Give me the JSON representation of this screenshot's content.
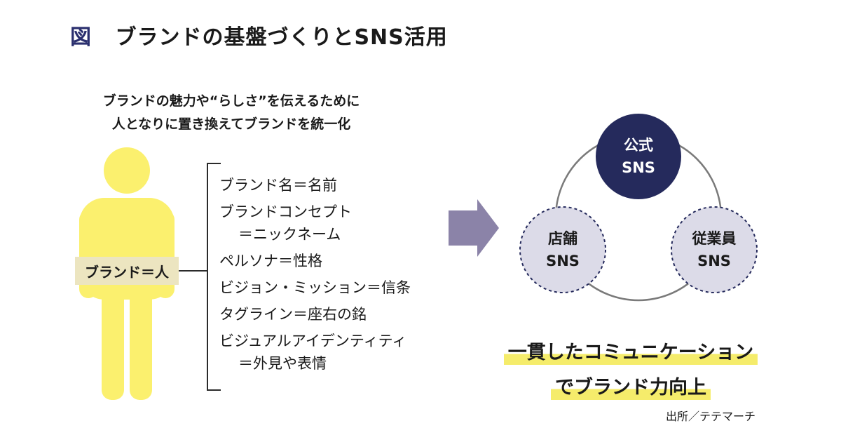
{
  "title": {
    "label": "図",
    "text": "ブランドの基盤づくりとSNS活用"
  },
  "description": {
    "lines": [
      "ブランドの魅力や“らしさ”を伝えるために",
      "人となりに置き換えてブランドを統一化"
    ]
  },
  "person_label": "ブランド＝人",
  "attributes": [
    {
      "line1": "ブランド名＝名前",
      "line2": ""
    },
    {
      "line1": "ブランドコンセプト",
      "line2": "＝ニックネーム"
    },
    {
      "line1": "ペルソナ＝性格",
      "line2": ""
    },
    {
      "line1": "ビジョン・ミッション＝信条",
      "line2": ""
    },
    {
      "line1": "タグライン＝座右の銘",
      "line2": ""
    },
    {
      "line1": "ビジュアルアイデンティティ",
      "line2": "＝外見や表情"
    }
  ],
  "sns_nodes": {
    "top": {
      "line1": "公式",
      "line2": "SNS"
    },
    "left": {
      "line1": "店舗",
      "line2": "SNS"
    },
    "right": {
      "line1": "従業員",
      "line2": "SNS"
    }
  },
  "conclusion": {
    "lines": [
      "一貫したコミュニケーション",
      "でブランド力向上"
    ]
  },
  "source": "出所／テテマーチ",
  "colors": {
    "person": "#fbf06e",
    "arrow": "#8b83a8",
    "node_top": "#252a5c",
    "node_secondary": "#dcdbe8",
    "highlight": "#f5ec6b",
    "label_bg": "#ece5c0"
  }
}
